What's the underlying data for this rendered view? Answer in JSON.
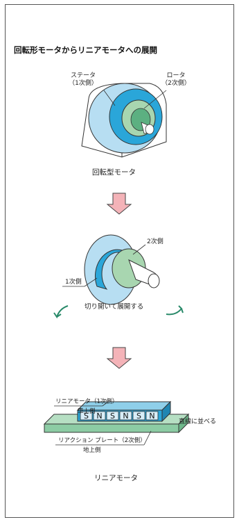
{
  "title": "回転形モータからリニアモータへの展開",
  "rotary": {
    "stator_label": "ステータ",
    "stator_sub": "（1次側）",
    "rotor_label": "ロータ",
    "rotor_sub": "（2次側）",
    "caption": "回転型モータ"
  },
  "unrolled": {
    "secondary_label": "2次側",
    "primary_label": "1次側",
    "caption": "切り開いて展開する"
  },
  "linear": {
    "primary_label": "リニアモータ（1次側）",
    "primary_sub": "車上側",
    "poles": [
      "S",
      "N",
      "S",
      "N",
      "S",
      "N"
    ],
    "arrange_label": "直線に並べる",
    "secondary_label": "リアクション プレート（2次側）",
    "secondary_sub": "地上側",
    "caption": "リニアモータ"
  },
  "colors": {
    "stator_light": "#b7def2",
    "stator_blue": "#2aa6d9",
    "rotor_green": "#a8d6b0",
    "green_dark": "#5cb081",
    "arrow_pink": "#f4b3b8",
    "plate_green": "#8ccca4"
  }
}
